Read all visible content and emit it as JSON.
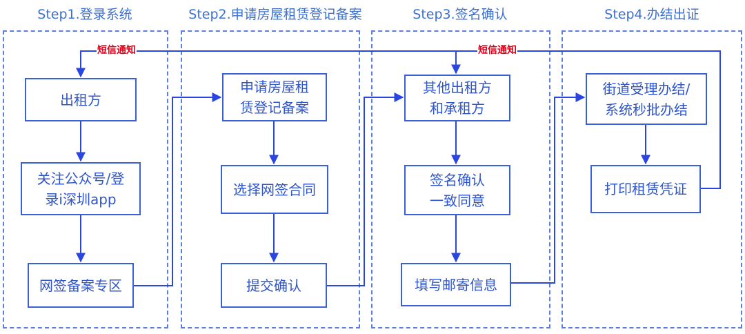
{
  "steps": [
    {
      "title": "Step1.登录系统",
      "boxes": [
        {
          "lines": [
            "出租方"
          ]
        },
        {
          "lines": [
            "关注公众号/登",
            "录i深圳app"
          ]
        },
        {
          "lines": [
            "网签备案专区"
          ]
        }
      ]
    },
    {
      "title": "Step2.申请房屋租赁登记备案",
      "boxes": [
        {
          "lines": [
            "申请房屋租",
            "赁登记备案"
          ]
        },
        {
          "lines": [
            "选择网签合同"
          ]
        },
        {
          "lines": [
            "提交确认"
          ]
        }
      ]
    },
    {
      "title": "Step3.签名确认",
      "boxes": [
        {
          "lines": [
            "其他出租方",
            "和承租方"
          ]
        },
        {
          "lines": [
            "签名确认",
            "一致同意"
          ]
        },
        {
          "lines": [
            "填写邮寄信息"
          ]
        }
      ]
    },
    {
      "title": "Step4.办结出证",
      "boxes": [
        {
          "lines": [
            "街道受理办结/",
            "系统秒批办结"
          ]
        },
        {
          "lines": [
            "打印租赁凭证"
          ]
        }
      ]
    }
  ],
  "notifications": [
    "短信通知",
    "短信通知"
  ],
  "colors": {
    "box_border": "#3a5fd8",
    "text": "#2f55c8",
    "arrow": "#2b46e0",
    "dashed_border": "#5a7fe0",
    "notification": "#e0001b",
    "title": "#3b6fd0"
  }
}
